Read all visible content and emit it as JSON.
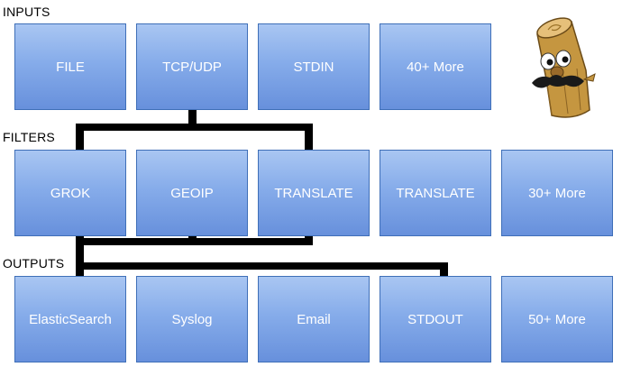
{
  "sections": {
    "inputs": "INPUTS",
    "filters": "FILTERS",
    "outputs": "OUTPUTS"
  },
  "inputs": [
    "FILE",
    "TCP/UDP",
    "STDIN",
    "40+ More"
  ],
  "filters": [
    "GROK",
    "GEOIP",
    "TRANSLATE",
    "TRANSLATE",
    "30+ More"
  ],
  "outputs": [
    "ElasticSearch",
    "Syslog",
    "Email",
    "STDOUT",
    "50+ More"
  ],
  "colors": {
    "box_top": "#a9c6f2",
    "box_bottom": "#6790dc",
    "box_text": "#ffffff",
    "connector": "#000000"
  },
  "icons": {
    "mascot": "logstash-log-mascot-icon"
  }
}
